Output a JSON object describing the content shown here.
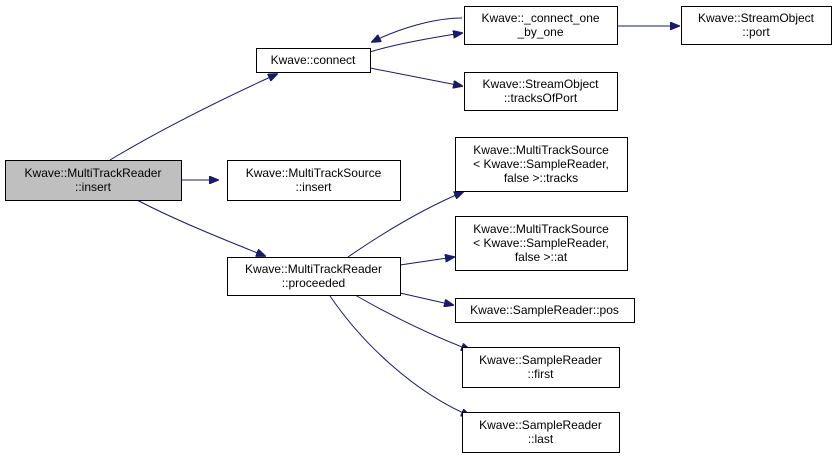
{
  "graph": {
    "title": "",
    "nodes": [
      {
        "id": "multitrackreader_insert",
        "lines": [
          "Kwave::MultiTrackReader",
          "::insert"
        ],
        "highlighted": true
      },
      {
        "id": "connect",
        "lines": [
          "Kwave::connect"
        ],
        "highlighted": false
      },
      {
        "id": "connect_one_by_one",
        "lines": [
          "Kwave::_connect_one",
          "_by_one"
        ],
        "highlighted": false
      },
      {
        "id": "streamobject_port",
        "lines": [
          "Kwave::StreamObject",
          "::port"
        ],
        "highlighted": false
      },
      {
        "id": "streamobject_tracksofport",
        "lines": [
          "Kwave::StreamObject",
          "::tracksOfPort"
        ],
        "highlighted": false
      },
      {
        "id": "multitracksource_insert",
        "lines": [
          "Kwave::MultiTrackSource",
          "::insert"
        ],
        "highlighted": false
      },
      {
        "id": "multitracksource_tracks",
        "lines": [
          "Kwave::MultiTrackSource",
          "< Kwave::SampleReader,",
          "false >::tracks"
        ],
        "highlighted": false
      },
      {
        "id": "multitracksource_at",
        "lines": [
          "Kwave::MultiTrackSource",
          "< Kwave::SampleReader,",
          "false >::at"
        ],
        "highlighted": false
      },
      {
        "id": "multitrackreader_proceeded",
        "lines": [
          "Kwave::MultiTrackReader",
          "::proceeded"
        ],
        "highlighted": false
      },
      {
        "id": "samplereader_pos",
        "lines": [
          "Kwave::SampleReader::pos"
        ],
        "highlighted": false
      },
      {
        "id": "samplereader_first",
        "lines": [
          "Kwave::SampleReader",
          "::first"
        ],
        "highlighted": false
      },
      {
        "id": "samplereader_last",
        "lines": [
          "Kwave::SampleReader",
          "::last"
        ],
        "highlighted": false
      }
    ],
    "edges": [
      {
        "from": "multitrackreader_insert",
        "to": "connect"
      },
      {
        "from": "multitrackreader_insert",
        "to": "multitracksource_insert"
      },
      {
        "from": "multitrackreader_insert",
        "to": "multitrackreader_proceeded"
      },
      {
        "from": "connect",
        "to": "connect_one_by_one"
      },
      {
        "from": "connect_one_by_one",
        "to": "connect"
      },
      {
        "from": "connect",
        "to": "streamobject_tracksofport"
      },
      {
        "from": "connect_one_by_one",
        "to": "streamobject_port"
      },
      {
        "from": "multitrackreader_proceeded",
        "to": "multitracksource_tracks"
      },
      {
        "from": "multitrackreader_proceeded",
        "to": "multitracksource_at"
      },
      {
        "from": "multitrackreader_proceeded",
        "to": "samplereader_pos"
      },
      {
        "from": "multitrackreader_proceeded",
        "to": "samplereader_first"
      },
      {
        "from": "multitrackreader_proceeded",
        "to": "samplereader_last"
      }
    ]
  }
}
